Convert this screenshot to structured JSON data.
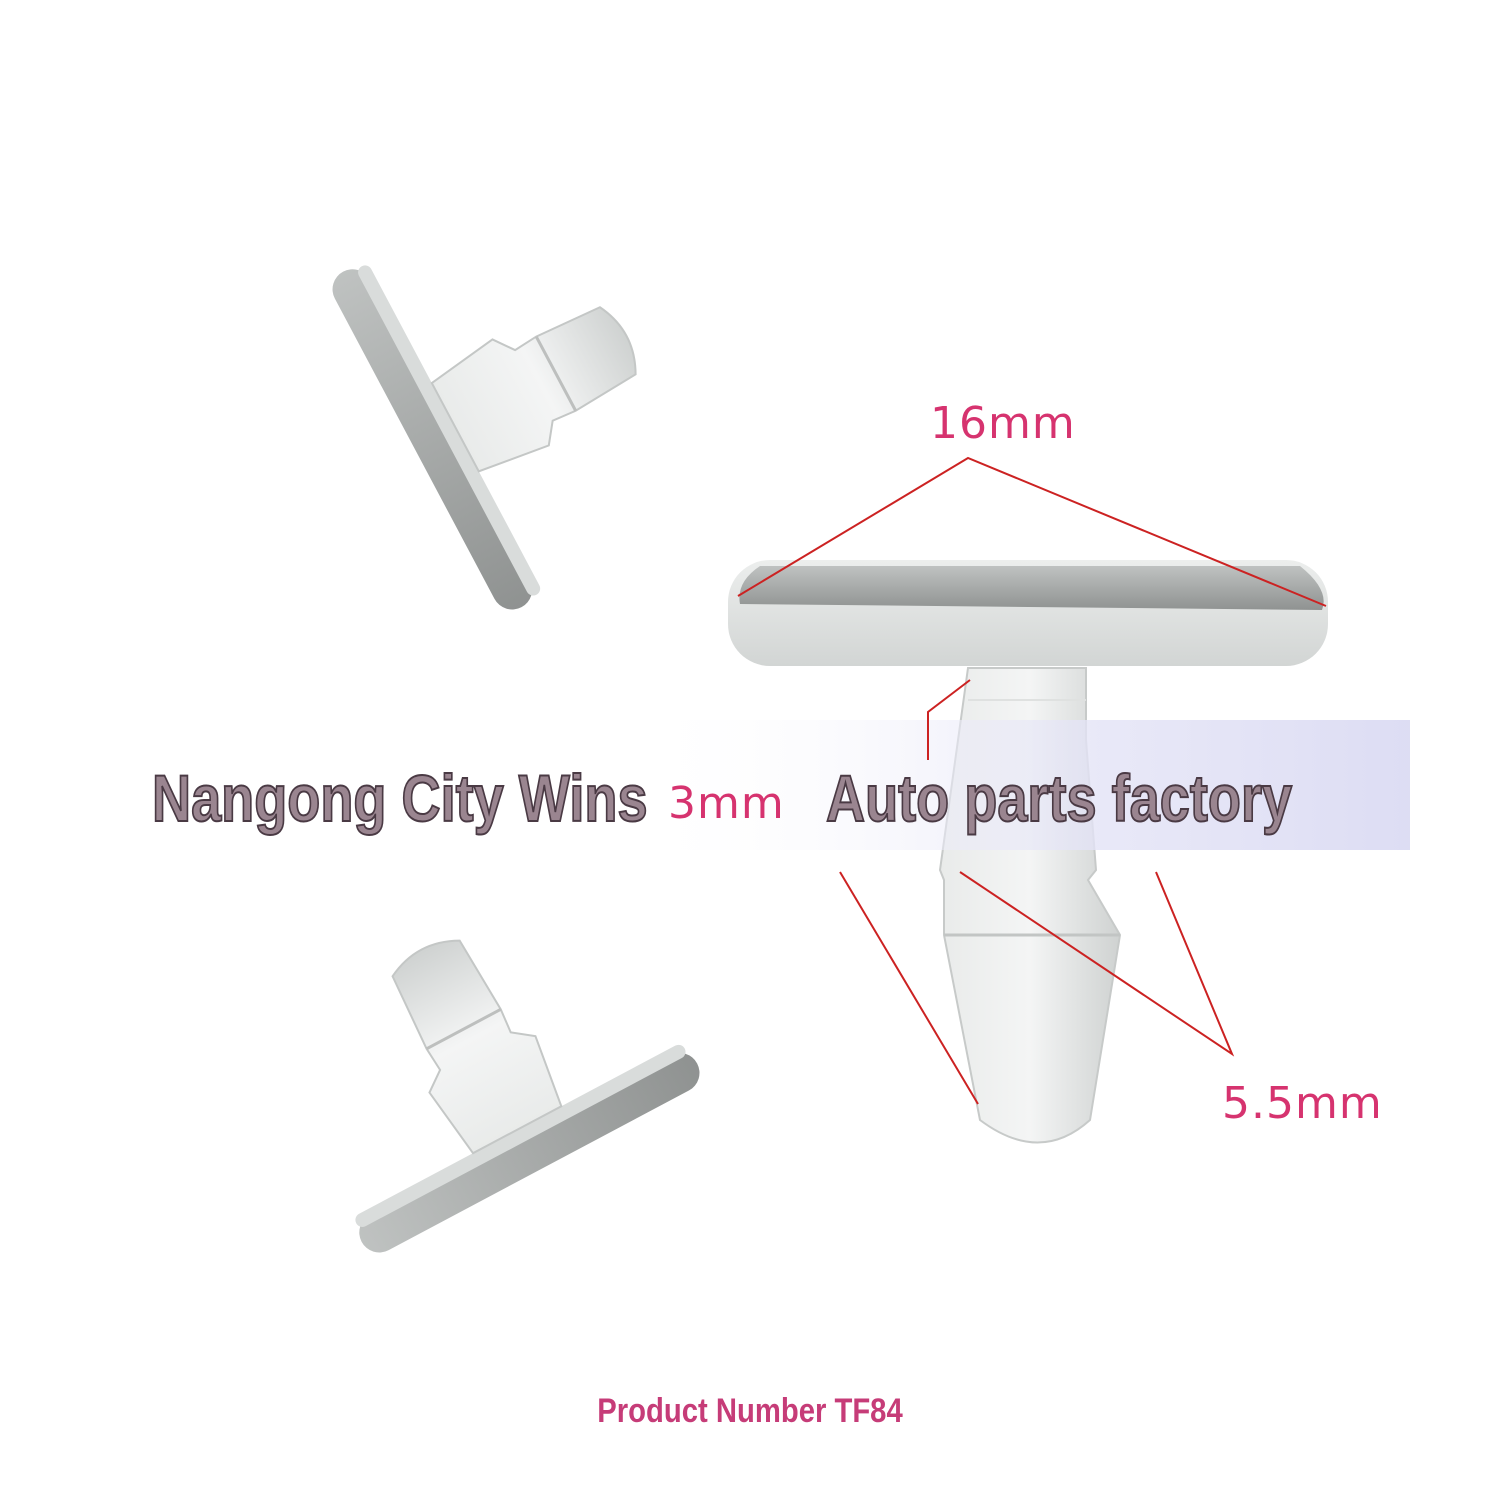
{
  "dimensions": {
    "width_label": "16mm",
    "head_label": "3mm",
    "shank_label": "5.5mm"
  },
  "watermark": {
    "left_text": "Nangong City Wins",
    "right_text": "Auto parts factory"
  },
  "product": {
    "number_text": "Product Number TF84"
  },
  "colors": {
    "clip_body": "#d8dbda",
    "clip_shadow": "#a9acab",
    "dimension_line": "#cc2222",
    "dimension_text": "#d6336f"
  }
}
